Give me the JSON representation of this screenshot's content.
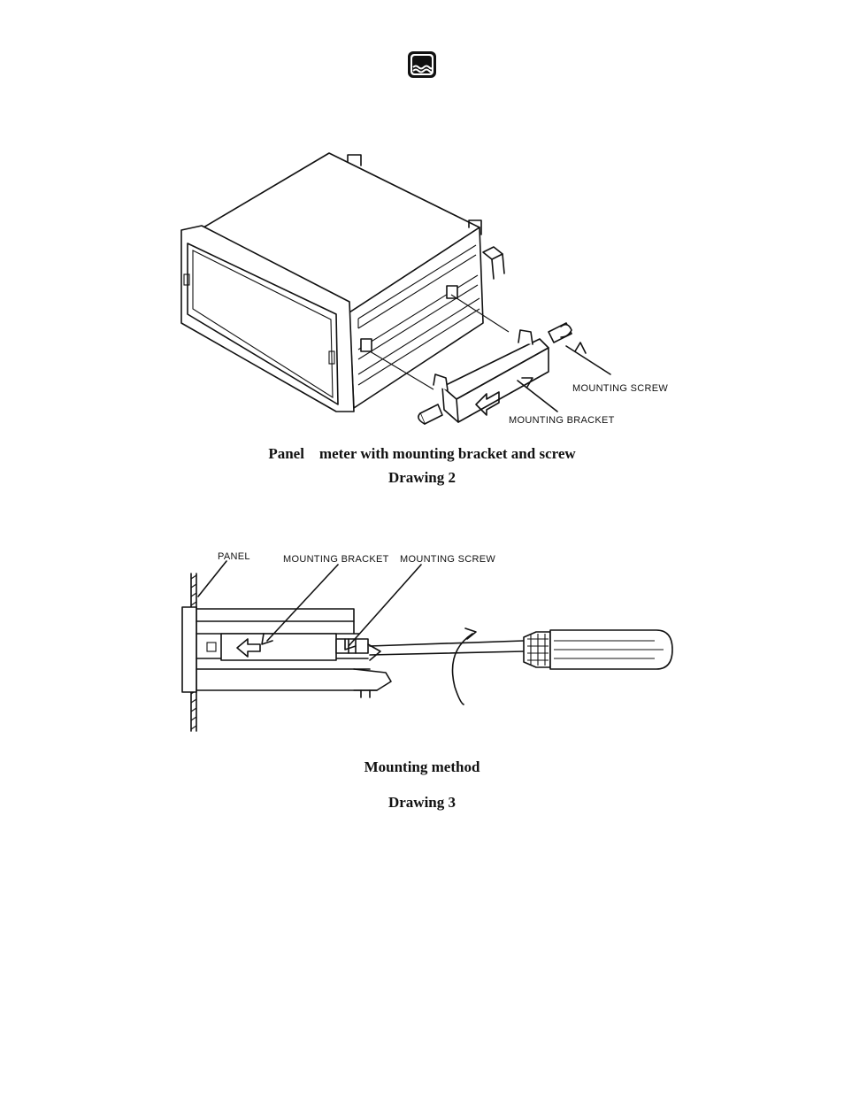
{
  "logo": {
    "icon": "water-wave-icon"
  },
  "drawing2": {
    "callouts": {
      "mounting_screw": "MOUNTING SCREW",
      "mounting_bracket": "MOUNTING BRACKET"
    },
    "caption_line1": "Panel    meter with mounting bracket and screw",
    "caption_line2": "Drawing 2"
  },
  "drawing3": {
    "callouts": {
      "panel": "PANEL",
      "mounting_bracket": "MOUNTING BRACKET",
      "mounting_screw": "MOUNTING SCREW"
    },
    "caption_line1": "Mounting method",
    "caption_line2": "Drawing 3"
  }
}
